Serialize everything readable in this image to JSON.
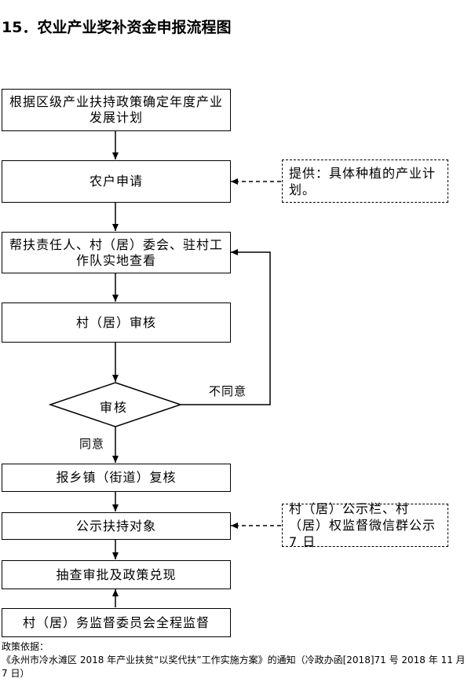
{
  "title": "15．农业产业奖补资金申报流程图",
  "steps": {
    "s1": "根据区级产业扶持政策确定年度产业发展计划",
    "s2": "农户申请",
    "s3": "帮扶责任人、村（居）委会、驻村工作队实地查看",
    "s4": "村（居）审核",
    "decision": "审核",
    "s5": "报乡镇（街道）复核",
    "s6": "公示扶持对象",
    "s7": "抽查审批及政策兑现",
    "s8": "村（居）务监督委员会全程监督"
  },
  "notes": {
    "n1": "提供：具体种植的产业计划。",
    "n2": "村（居）公示栏、村（居）权监督微信群公示 7 日"
  },
  "labels": {
    "disagree": "不同意",
    "agree": "同意"
  },
  "policy": {
    "heading": "政策依据：",
    "text": "《永州市冷水滩区 2018 年产业扶贫“以奖代扶”工作实施方案》的通知（冷政办函[2018]71 号 2018 年 11 月 7 日）"
  }
}
